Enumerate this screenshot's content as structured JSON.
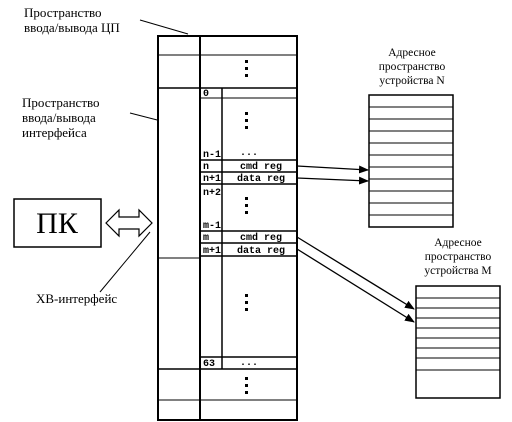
{
  "labels": {
    "cpu_io_line1": "Пространство",
    "cpu_io_line2": "ввода/вывода ЦП",
    "iface_io_line1": "Пространство",
    "iface_io_line2": "ввода/вывода",
    "iface_io_line3": "интерфейса",
    "pc": "ПК",
    "xb_interface": "ХВ-интерфейс",
    "device_n_line1": "Адресное",
    "device_n_line2": "пространство",
    "device_n_line3": "устройства N",
    "device_m_line1": "Адресное",
    "device_m_line2": "пространство",
    "device_m_line3": "устройства M"
  },
  "rows": {
    "r0": "0",
    "rn_1": "n-1",
    "rn_1_dots": "...",
    "rn": "n",
    "rn_reg": "cmd reg",
    "rn1": "n+1",
    "rn1_reg": "data reg",
    "rn2": "n+2",
    "rm_1": "m-1",
    "rm": "m",
    "rm_reg": "cmd reg",
    "rm1": "m+1",
    "rm1_reg": "data reg",
    "r63": "63",
    "r63_dots": "..."
  }
}
